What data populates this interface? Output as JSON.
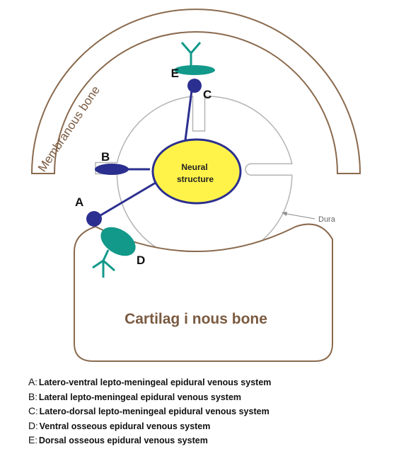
{
  "labels": {
    "membranous_bone": "Membranous bone",
    "cartilaginous_bone": "Cartilag i nous bone",
    "neural_line1": "Neural",
    "neural_line2": "structure",
    "dura": "Dura",
    "A": "A",
    "B": "B",
    "C": "C",
    "D": "D",
    "E": "E"
  },
  "legend": [
    {
      "key": "A",
      "text": "Latero-ventral lepto-meningeal epidural venous system"
    },
    {
      "key": "B",
      "text": "Lateral lepto-meningeal epidural venous system"
    },
    {
      "key": "C",
      "text": "Latero-dorsal lepto-meningeal epidural venous system"
    },
    {
      "key": "D",
      "text": "Ventral osseous epidural venous system"
    },
    {
      "key": "E",
      "text": "Dorsal osseous epidural venous system"
    }
  ],
  "colors": {
    "bone_outline": "#8a6a4e",
    "bone_text": "#7a5a40",
    "dura_outline": "#b4b4b4",
    "vein": "#2b2f8f",
    "osseous_plexus": "#12998a",
    "neural_fill": "#fff34a",
    "label_text": "#111111",
    "dura_label": "#666666"
  }
}
